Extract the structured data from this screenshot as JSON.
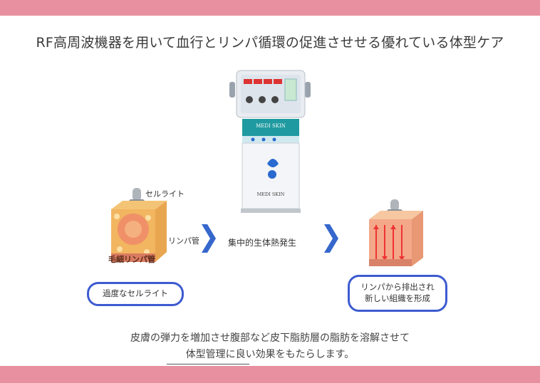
{
  "title": "RF高周波機器を用いて血行とリンパ循環の促進させせる優れている体型ケア",
  "machine": {
    "brand_top": "MEDI SKIN",
    "brand_bottom": "MEDI SKIN"
  },
  "left_cube": {
    "top_label": "セルライト",
    "side_label": "リンパ管",
    "inner_label": "毛細リンパ管",
    "bubble": "過度なセルライト"
  },
  "middle_label": "集中的生体熱発生",
  "right_cube": {
    "bubble": "リンパから排出され\n新しい組織を形成"
  },
  "bottom_text": {
    "line1": "皮膚の弾力を増加させ腹部など皮下脂肪層の脂肪を溶解させて",
    "line2": "体型管理に良い効果をもたらします。"
  },
  "colors": {
    "band": "#e8909f",
    "accent_blue": "#3d5bd0",
    "arrow_blue": "#3567cc"
  }
}
